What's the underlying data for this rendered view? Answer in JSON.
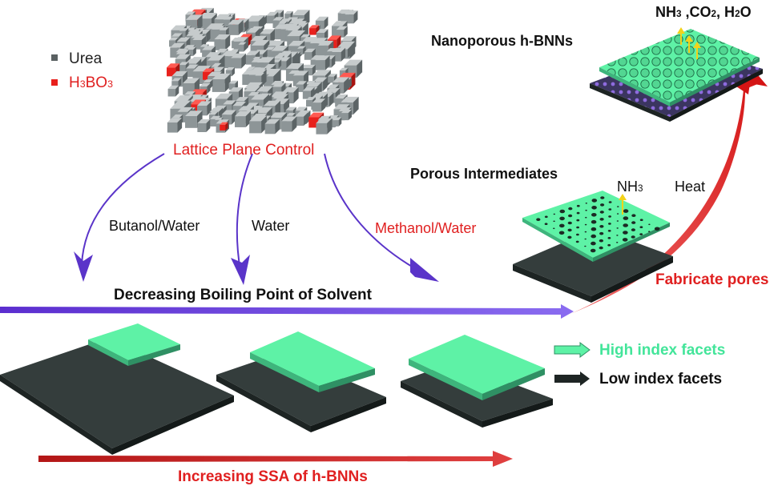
{
  "legend": {
    "urea": "Urea",
    "boric_acid_main": "H",
    "boric_acid_sub1": "3",
    "boric_acid_mid": "BO",
    "boric_acid_sub2": "3"
  },
  "labels": {
    "lattice_plane_control": "Lattice Plane Control",
    "butanol_water": "Butanol/Water",
    "water": "Water",
    "methanol_water": "Methanol/Water",
    "decreasing_bp": "Decreasing Boiling Point of Solvent",
    "increasing_ssa": "Increasing SSA of h-BNNs",
    "high_index": "High index facets",
    "low_index": "Low index facets",
    "porous_intermediates": "Porous Intermediates",
    "nh3_a": "NH",
    "nh3_a_sub": "3",
    "heat": "Heat",
    "fabricate_pores": "Fabricate pores",
    "nanoporous": "Nanoporous h-BNNs",
    "gases_nh": "NH",
    "gases_sub1": "3",
    "gases_co": " ,CO",
    "gases_sub2": "2",
    "gases_h": ", H",
    "gases_sub3": "2",
    "gases_o": "O"
  },
  "colors": {
    "urea": "#7d8587",
    "boric_acid": "#e8201c",
    "facet_high": "#5ef2a6",
    "facet_low": "#2c3534",
    "arrow_purple": "#6a3fd8",
    "arrow_red": "#d61c1c",
    "text_red": "#e02020",
    "text_green": "#43e59a"
  }
}
